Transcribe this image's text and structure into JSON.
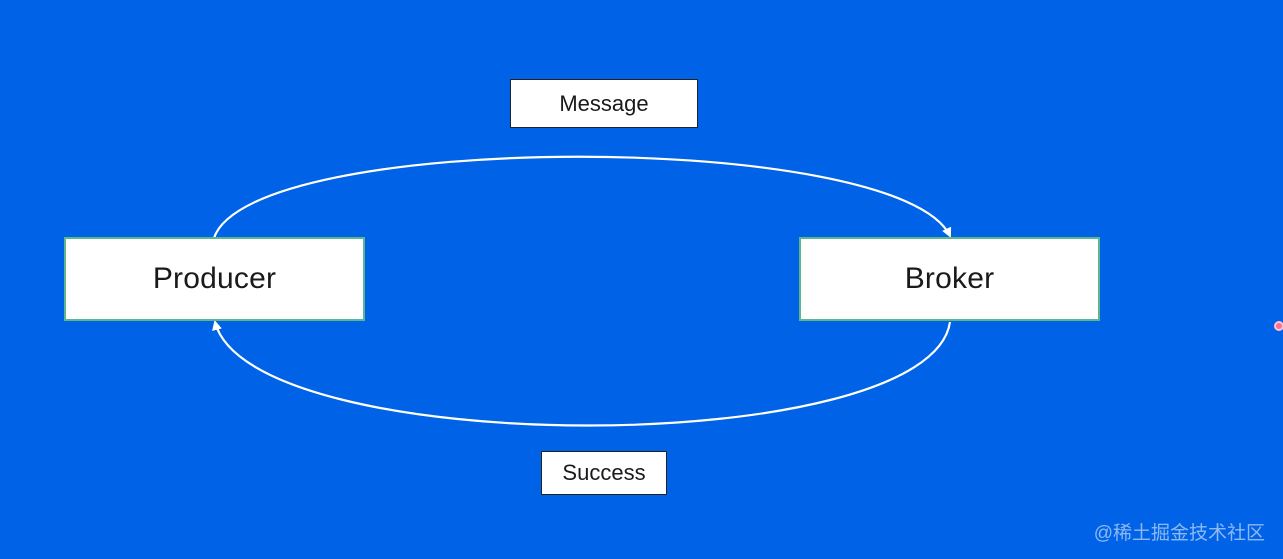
{
  "diagram": {
    "nodes": [
      {
        "id": "producer",
        "label": "Producer"
      },
      {
        "id": "broker",
        "label": "Broker"
      }
    ],
    "edges": [
      {
        "from": "producer",
        "to": "broker",
        "label": "Message"
      },
      {
        "from": "broker",
        "to": "producer",
        "label": "Success"
      }
    ]
  },
  "watermark": "@稀土掘金技术社区",
  "colors": {
    "background": "#0062e6",
    "node_fill": "#ffffff",
    "node_border": "#5ab88a",
    "arrow": "#ffffff",
    "label_border": "#222222",
    "text": "#1a1a1a"
  }
}
